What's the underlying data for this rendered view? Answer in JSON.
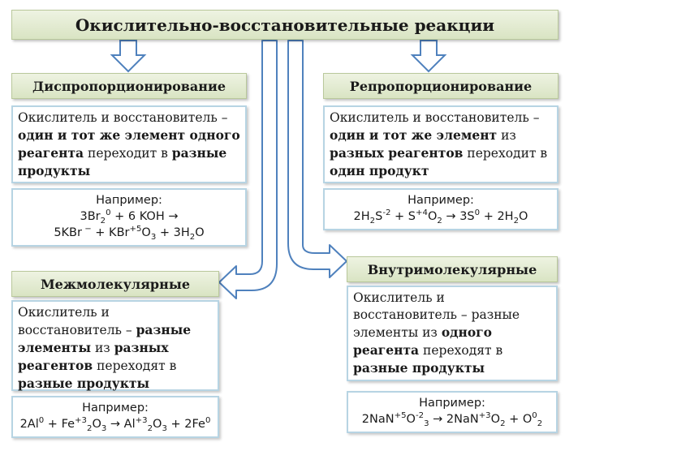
{
  "title": "Окислительно-восстановительные реакции",
  "colors": {
    "header_bg": "#dde7c9",
    "header_border": "#b9c89b",
    "box_border": "#b7d4e3",
    "arrow_stroke": "#4f81bd"
  },
  "boxes": {
    "disproportionation": {
      "header": "Диспропорционирование",
      "desc": [
        {
          "t": "Окислитель и восстановитель –",
          "b": false
        },
        {
          "t": " ",
          "b": false
        },
        {
          "t": "один  и тот же элемент одного реагента",
          "b": true
        },
        {
          "t": " переходит в ",
          "b": false
        },
        {
          "t": "разные продукты",
          "b": true
        }
      ],
      "example_label": "Например:",
      "example_lines": [
        [
          {
            "t": "3Br"
          },
          {
            "t": "2",
            "s": "sub"
          },
          {
            "t": "0",
            "s": "sup"
          },
          {
            "t": " + 6 KOH →"
          }
        ],
        [
          {
            "t": "5KBr"
          },
          {
            "t": " −",
            "s": "sup"
          },
          {
            "t": " + KBr"
          },
          {
            "t": "+5",
            "s": "sup"
          },
          {
            "t": "O"
          },
          {
            "t": "3",
            "s": "sub"
          },
          {
            "t": " + 3H"
          },
          {
            "t": "2",
            "s": "sub"
          },
          {
            "t": "O"
          }
        ]
      ]
    },
    "reproportionation": {
      "header": "Репропорционирование",
      "desc": [
        {
          "t": "Окислитель и восстановитель – ",
          "b": false
        },
        {
          "t": "один и тот же элемент",
          "b": true
        },
        {
          "t": " из ",
          "b": false
        },
        {
          "t": "разных реагентов",
          "b": true
        },
        {
          "t": " переходит в ",
          "b": false
        },
        {
          "t": "один продукт",
          "b": true
        }
      ],
      "example_label": "Например:",
      "example_lines": [
        [
          {
            "t": "2H"
          },
          {
            "t": "2",
            "s": "sub"
          },
          {
            "t": "S"
          },
          {
            "t": "-2",
            "s": "sup"
          },
          {
            "t": " + S"
          },
          {
            "t": "+4",
            "s": "sup"
          },
          {
            "t": "O"
          },
          {
            "t": "2",
            "s": "sub"
          },
          {
            "t": " → 3S"
          },
          {
            "t": "0",
            "s": "sup"
          },
          {
            "t": " + 2H"
          },
          {
            "t": "2",
            "s": "sub"
          },
          {
            "t": "O"
          }
        ]
      ]
    },
    "intermolecular": {
      "header": "Межмолекулярные",
      "desc": [
        {
          "t": "Окислитель и восстановитель – ",
          "b": false
        },
        {
          "t": "разные элементы",
          "b": true
        },
        {
          "t": " из ",
          "b": false
        },
        {
          "t": "разных реагентов",
          "b": true
        },
        {
          "t": " переходят в ",
          "b": false
        },
        {
          "t": "разные продукты",
          "b": true
        }
      ],
      "example_label": "Например:",
      "example_lines": [
        [
          {
            "t": "2Al"
          },
          {
            "t": "0",
            "s": "sup"
          },
          {
            "t": " + Fe"
          },
          {
            "t": "+3",
            "s": "sup"
          },
          {
            "t": "2",
            "s": "sub"
          },
          {
            "t": "O"
          },
          {
            "t": "3",
            "s": "sub"
          },
          {
            "t": " → Al"
          },
          {
            "t": "+3",
            "s": "sup"
          },
          {
            "t": "2",
            "s": "sub"
          },
          {
            "t": "O"
          },
          {
            "t": "3",
            "s": "sub"
          },
          {
            "t": " + 2Fe"
          },
          {
            "t": "0",
            "s": "sup"
          }
        ]
      ]
    },
    "intramolecular": {
      "header": "Внутримолекулярные",
      "desc": [
        {
          "t": "Окислитель и восстановитель – разные элементы из ",
          "b": false
        },
        {
          "t": "одного реагента",
          "b": true
        },
        {
          "t": "  переходят в ",
          "b": false
        },
        {
          "t": "разные продукты",
          "b": true
        }
      ],
      "example_label": "Например:",
      "example_lines": [
        [
          {
            "t": "2NaN"
          },
          {
            "t": "+5",
            "s": "sup"
          },
          {
            "t": "O"
          },
          {
            "t": "-2",
            "s": "sup"
          },
          {
            "t": "3",
            "s": "sub"
          },
          {
            "t": " → 2NaN"
          },
          {
            "t": "+3",
            "s": "sup"
          },
          {
            "t": "O"
          },
          {
            "t": "2",
            "s": "sub"
          },
          {
            "t": " + O"
          },
          {
            "t": "0",
            "s": "sup"
          },
          {
            "t": "2",
            "s": "sub"
          }
        ]
      ]
    }
  }
}
